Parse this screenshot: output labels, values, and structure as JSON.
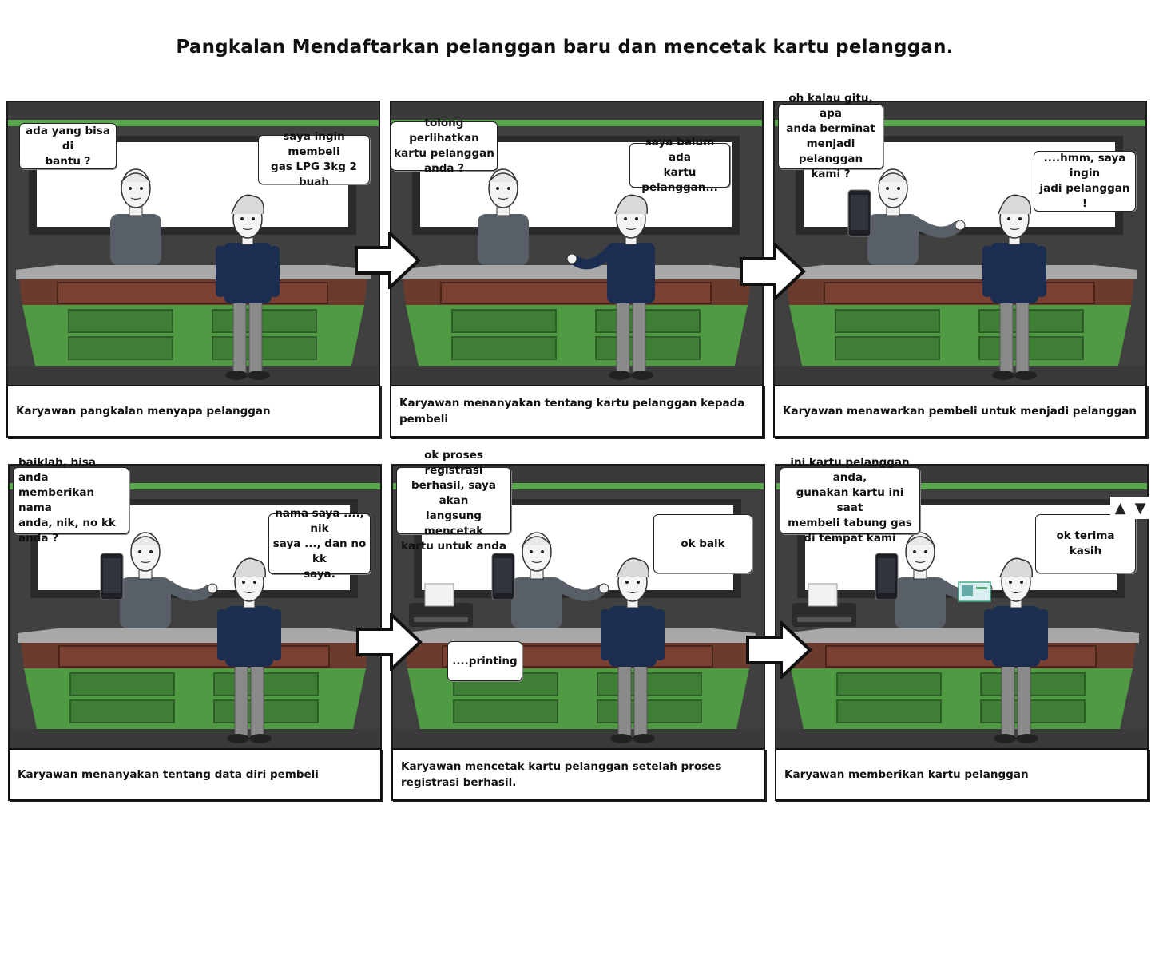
{
  "title": "Pangkalan Mendaftarkan pelanggan baru dan mencetak kartu pelanggan.",
  "colors": {
    "background": "#404040",
    "green_stripe": "#5aa84e",
    "counter_top": "#a8a8a8",
    "counter_red": "#7a4032",
    "counter_green": "#4f9a42",
    "staff_sweater": "#585f66",
    "customer_shirt": "#1c2d52",
    "customer_pants": "#8a8a8a"
  },
  "panels": [
    {
      "caption": "Karyawan pangkalan menyapa pelanggan",
      "staff_bubble": "ada yang bisa di\nbantu ?",
      "customer_bubble": "saya ingin membeli\ngas LPG 3kg 2 buah",
      "props": []
    },
    {
      "caption": "Karyawan menanyakan tentang kartu pelanggan kepada pembeli",
      "staff_bubble": "tolong perlihatkan\nkartu pelanggan\nanda ?",
      "customer_bubble": "saya belum ada\nkartu pelanggan...",
      "props": []
    },
    {
      "caption": "Karyawan menawarkan pembeli untuk menjadi pelanggan",
      "staff_bubble": "oh kalau gitu, apa\nanda berminat\nmenjadi pelanggan\nkami ?",
      "customer_bubble": "....hmm, saya ingin\njadi pelanggan !",
      "props": [
        "phone"
      ]
    },
    {
      "caption": "Karyawan menanyakan tentang data diri pembeli",
      "staff_bubble": "baiklah, bisa anda\nmemberikan nama\nanda, nik, no kk\nanda ?",
      "customer_bubble": "nama saya ...., nik\nsaya ..., dan no kk\nsaya.",
      "props": [
        "phone"
      ]
    },
    {
      "caption": "Karyawan mencetak kartu pelanggan setelah proses registrasi berhasil.",
      "staff_bubble": "ok proses registrasi\nberhasil, saya akan\nlangsung mencetak\nkartu untuk anda",
      "customer_bubble": "ok baik",
      "printer_bubble": "....printing",
      "props": [
        "phone",
        "printer"
      ]
    },
    {
      "caption": "Karyawan memberikan kartu pelanggan",
      "staff_bubble": "ini kartu pelanggan anda,\ngunakan kartu ini saat\nmembeli tabung gas\ndi tempat kami",
      "customer_bubble": "ok terima kasih",
      "props": [
        "phone",
        "printer",
        "card"
      ]
    }
  ],
  "controls": {
    "up_icon": "▲",
    "down_icon": "▼"
  }
}
